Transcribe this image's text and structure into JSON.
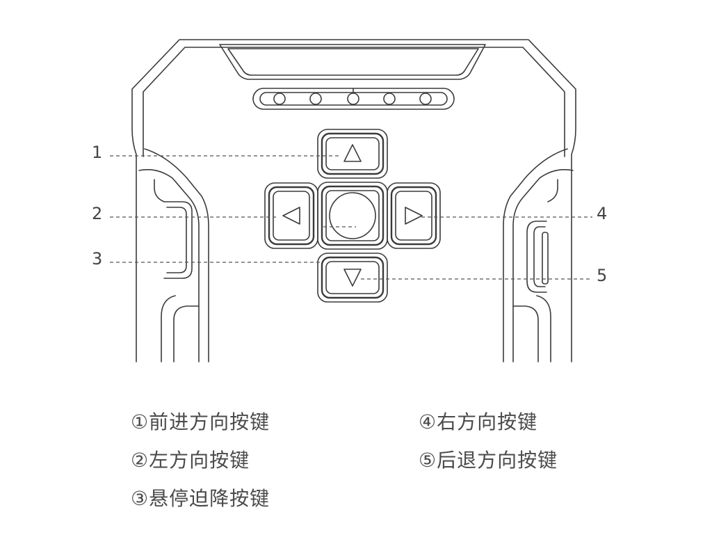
{
  "diagram": {
    "callouts": [
      "1",
      "2",
      "3",
      "4",
      "5"
    ]
  },
  "legend": {
    "left": [
      "①前进方向按键",
      "②左方向按键",
      "③悬停迫降按键"
    ],
    "right": [
      "④右方向按键",
      "⑤后退方向按键"
    ]
  },
  "colors": {
    "line": "#3a3a3a",
    "leader": "#555555",
    "text": "#4a4a4a"
  }
}
